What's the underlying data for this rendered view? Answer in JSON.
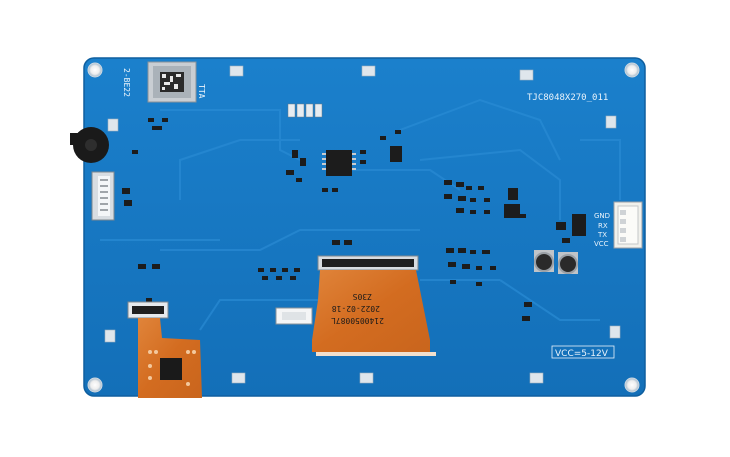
{
  "board": {
    "model": "TJC8048X270_011",
    "power_label": "VCC=5-12V",
    "corner_mark": "2-BE22",
    "sd_label": "TTA"
  },
  "connector": {
    "pins": [
      "GND",
      "RX",
      "TX",
      "VCC"
    ]
  },
  "flex": {
    "lines": [
      "Z30S",
      "2022-02-18",
      "2140050087L"
    ]
  },
  "colors": {
    "pcb": "#1677c4",
    "pcb_edge": "#0f5f9f",
    "flex": "#d9772a",
    "silkscreen": "#e9f3fb"
  }
}
